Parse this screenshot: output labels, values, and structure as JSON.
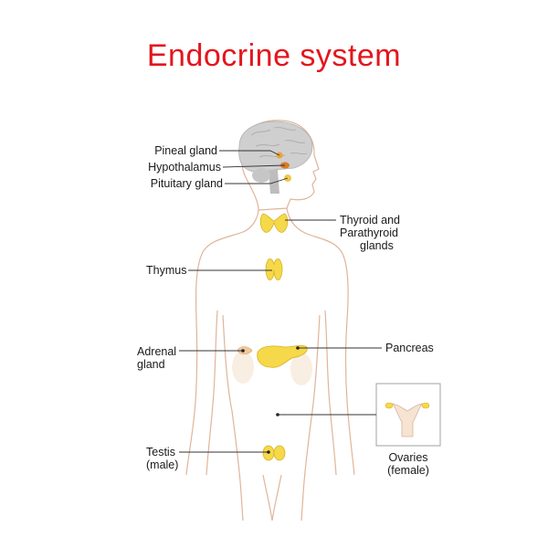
{
  "title": "Endocrine system",
  "labels": {
    "pineal_gland": "Pineal gland",
    "hypothalamus": "Hypothalamus",
    "pituitary_gland": "Pituitary gland",
    "thyroid_line1": "Thyroid and",
    "thyroid_line2": "Parathyroid",
    "thyroid_line3": "glands",
    "thymus": "Thymus",
    "pancreas": "Pancreas",
    "adrenal_line1": "Adrenal",
    "adrenal_line2": "gland",
    "testis_line1": "Testis",
    "testis_line2": "(male)",
    "ovaries_line1": "Ovaries",
    "ovaries_line2": "(female)"
  },
  "colors": {
    "title": "#e3161c",
    "outline": "#e0b49a",
    "gland_fill": "#f5d94a",
    "gland_stroke": "#d9b21f",
    "brain": "#c8c8c8",
    "leader": "#333333"
  }
}
